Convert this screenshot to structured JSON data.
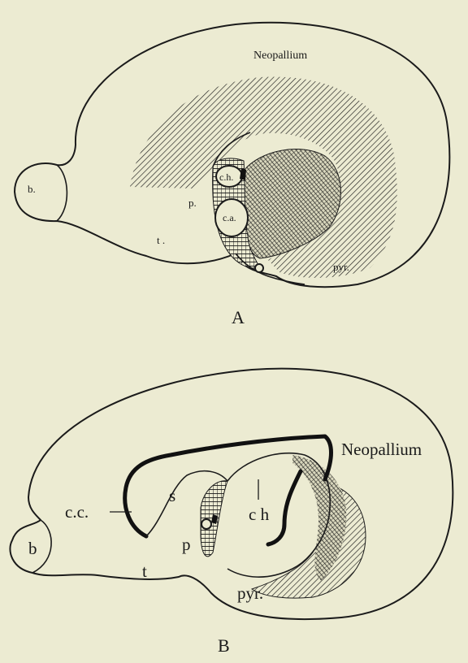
{
  "panels": [
    {
      "letter": "A",
      "labels": {
        "neopallium": "Neopallium",
        "b": "b.",
        "p": "p.",
        "ch": "c.h.",
        "ca": "c.a.",
        "t": "t .",
        "pyr": "pyr."
      }
    },
    {
      "letter": "B",
      "labels": {
        "neopallium": "Neopallium",
        "cc": "c.c.",
        "s": "s",
        "p": "p",
        "ch": "c h",
        "b": "b",
        "t": "t",
        "pyr": "pyr."
      }
    }
  ],
  "colors": {
    "background": "#ecebd2",
    "ink": "#1b1b1b"
  }
}
